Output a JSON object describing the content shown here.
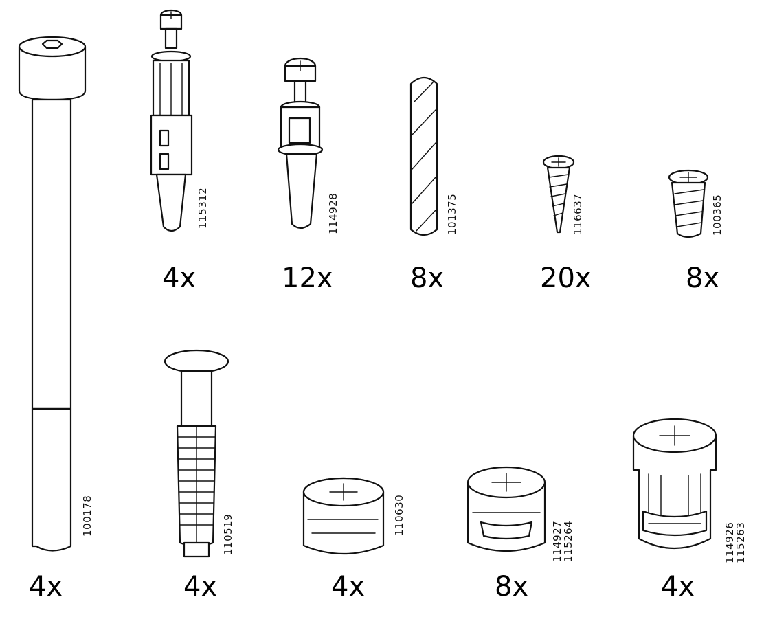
{
  "parts": [
    {
      "id": "100178",
      "codes": [
        "100178"
      ],
      "qty": "4x",
      "type": "long-hex-bolt"
    },
    {
      "id": "115312",
      "codes": [
        "115312"
      ],
      "qty": "4x",
      "type": "cam-dowel-long"
    },
    {
      "id": "114928",
      "codes": [
        "114928"
      ],
      "qty": "12x",
      "type": "cam-dowel"
    },
    {
      "id": "101375",
      "codes": [
        "101375"
      ],
      "qty": "8x",
      "type": "wood-dowel"
    },
    {
      "id": "116637",
      "codes": [
        "116637"
      ],
      "qty": "20x",
      "type": "wood-screw"
    },
    {
      "id": "100365",
      "codes": [
        "100365"
      ],
      "qty": "8x",
      "type": "short-screw"
    },
    {
      "id": "110519",
      "codes": [
        "110519"
      ],
      "qty": "4x",
      "type": "plastic-plug"
    },
    {
      "id": "110630",
      "codes": [
        "110630"
      ],
      "qty": "4x",
      "type": "cam-lock-small"
    },
    {
      "id": "114927",
      "codes": [
        "114927",
        "115264"
      ],
      "qty": "8x",
      "type": "cam-lock-medium"
    },
    {
      "id": "114926",
      "codes": [
        "114926",
        "115263"
      ],
      "qty": "4x",
      "type": "cam-lock-tall"
    }
  ]
}
